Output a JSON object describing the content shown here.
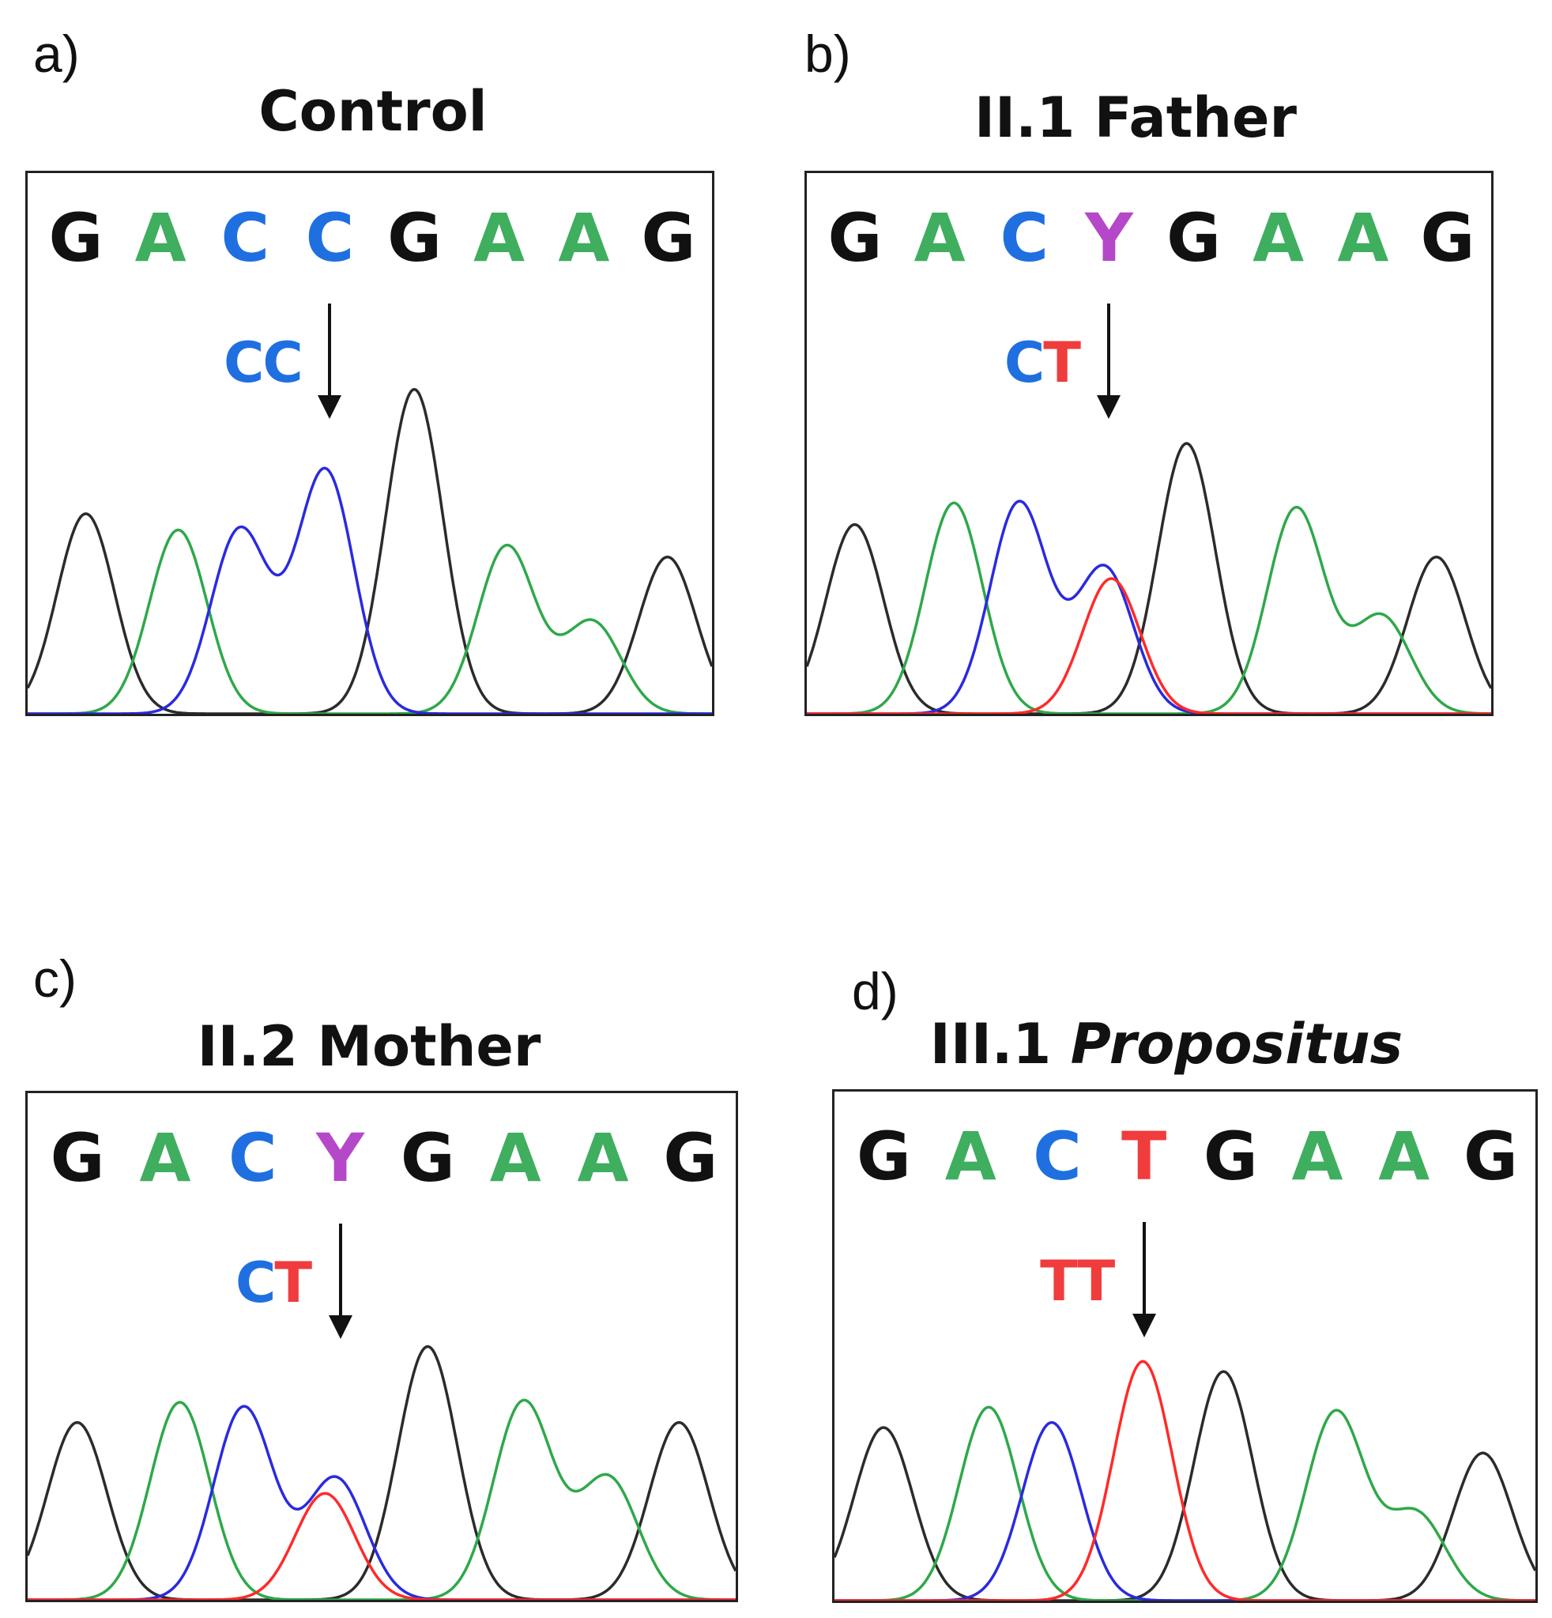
{
  "colors": {
    "G": "#111111",
    "A": "#3fae5f",
    "C": "#1f6fe0",
    "T": "#f03c3c",
    "Y": "#b548c8",
    "trace_G": "#2b2b2b",
    "trace_A": "#2fa84a",
    "trace_C": "#2a2ae0",
    "trace_T": "#ff2a2a"
  },
  "panels": [
    {
      "letter": "a)",
      "title": "Control",
      "title_italic": "",
      "bases": [
        "G",
        "A",
        "C",
        "C",
        "G",
        "A",
        "A",
        "G"
      ],
      "genotype": [
        {
          "t": "C",
          "c": "C"
        },
        {
          "t": "C",
          "c": "C"
        }
      ],
      "peaks": {
        "G": [
          [
            0.085,
            0.37
          ],
          [
            0.565,
            0.6
          ],
          [
            0.935,
            0.29
          ]
        ],
        "A": [
          [
            0.22,
            0.34
          ],
          [
            0.7,
            0.31
          ],
          [
            0.825,
            0.17
          ]
        ],
        "C": [
          [
            0.31,
            0.34
          ],
          [
            0.435,
            0.45
          ]
        ],
        "T": []
      }
    },
    {
      "letter": "b)",
      "title": "II.1 Father",
      "title_italic": "",
      "bases": [
        "G",
        "A",
        "C",
        "Y",
        "G",
        "A",
        "A",
        "G"
      ],
      "genotype": [
        {
          "t": "C",
          "c": "C"
        },
        {
          "t": "T",
          "c": "T"
        }
      ],
      "peaks": {
        "G": [
          [
            0.07,
            0.35
          ],
          [
            0.555,
            0.5
          ],
          [
            0.92,
            0.29
          ]
        ],
        "A": [
          [
            0.215,
            0.39
          ],
          [
            0.715,
            0.38
          ],
          [
            0.84,
            0.18
          ]
        ],
        "C": [
          [
            0.31,
            0.39
          ],
          [
            0.435,
            0.27
          ]
        ],
        "T": [
          [
            0.445,
            0.25
          ]
        ]
      }
    },
    {
      "letter": "c)",
      "title": "II.2 Mother",
      "title_italic": "",
      "bases": [
        "G",
        "A",
        "C",
        "Y",
        "G",
        "A",
        "A",
        "G"
      ],
      "genotype": [
        {
          "t": "C",
          "c": "C"
        },
        {
          "t": "T",
          "c": "T"
        }
      ],
      "peaks": {
        "G": [
          [
            0.07,
            0.35
          ],
          [
            0.565,
            0.5
          ],
          [
            0.92,
            0.35
          ]
        ],
        "A": [
          [
            0.215,
            0.39
          ],
          [
            0.7,
            0.39
          ],
          [
            0.82,
            0.24
          ]
        ],
        "C": [
          [
            0.305,
            0.38
          ],
          [
            0.435,
            0.24
          ]
        ],
        "T": [
          [
            0.42,
            0.21
          ]
        ]
      }
    },
    {
      "letter": "d)",
      "title": "III.1 ",
      "title_italic": "Propositus",
      "bases": [
        "G",
        "A",
        "C",
        "T",
        "G",
        "A",
        "A",
        "G"
      ],
      "genotype": [
        {
          "t": "T",
          "c": "T"
        },
        {
          "t": "T",
          "c": "T"
        }
      ],
      "peaks": {
        "G": [
          [
            0.07,
            0.34
          ],
          [
            0.555,
            0.45
          ],
          [
            0.925,
            0.29
          ]
        ],
        "A": [
          [
            0.22,
            0.38
          ],
          [
            0.715,
            0.37
          ],
          [
            0.83,
            0.17
          ]
        ],
        "C": [
          [
            0.31,
            0.35
          ]
        ],
        "T": [
          [
            0.44,
            0.47
          ]
        ]
      }
    }
  ]
}
